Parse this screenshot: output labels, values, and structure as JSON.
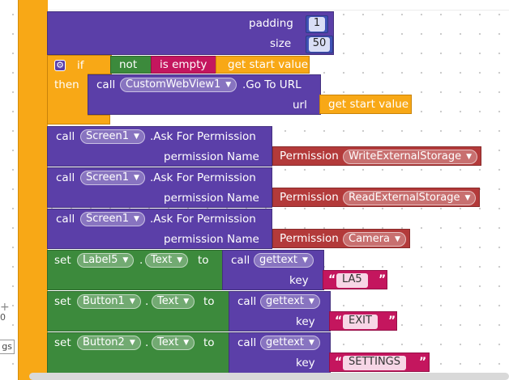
{
  "colors": {
    "procedure": "#5b3fa8",
    "control": "#f8a816",
    "setter": "#3c8a3c",
    "permission": "#b33a3a",
    "text": "#c4165e",
    "math": "#3f51b5"
  },
  "zoom": {
    "value": "0",
    "box_text": "gs"
  },
  "blocks": {
    "padding_label": "padding",
    "padding_value": "1",
    "size_label": "size",
    "size_value": "50",
    "if_label": "if",
    "then_label": "then",
    "not_label": "not",
    "is_empty_label": "is empty",
    "get_start_value_1": "get start value",
    "call1": "call",
    "webview_component": "CustomWebView1",
    "goto_url": ".Go To URL",
    "url_label": "url",
    "get_start_value_2": "get start value",
    "perm_rows": [
      {
        "call": "call",
        "component": "Screen1",
        "method": ".Ask For Permission",
        "param": "permission Name",
        "perm": "Permission",
        "value": "WriteExternalStorage"
      },
      {
        "call": "call",
        "component": "Screen1",
        "method": ".Ask For Permission",
        "param": "permission Name",
        "perm": "Permission",
        "value": "ReadExternalStorage"
      },
      {
        "call": "call",
        "component": "Screen1",
        "method": ".Ask For Permission",
        "param": "permission Name",
        "perm": "Permission",
        "value": "Camera"
      }
    ],
    "set_rows": [
      {
        "set": "set",
        "component": "Label5",
        "dot": ".",
        "prop": "Text",
        "to": "to",
        "call": "call",
        "proc": "gettext",
        "key": "key",
        "value": "LA5"
      },
      {
        "set": "set",
        "component": "Button1",
        "dot": ".",
        "prop": "Text",
        "to": "to",
        "call": "call",
        "proc": "gettext",
        "key": "key",
        "value": "EXIT"
      },
      {
        "set": "set",
        "component": "Button2",
        "dot": ".",
        "prop": "Text",
        "to": "to",
        "call": "call",
        "proc": "gettext",
        "key": "key",
        "value": "SETTINGS"
      }
    ],
    "quote_open": "“",
    "quote_close": "”"
  }
}
